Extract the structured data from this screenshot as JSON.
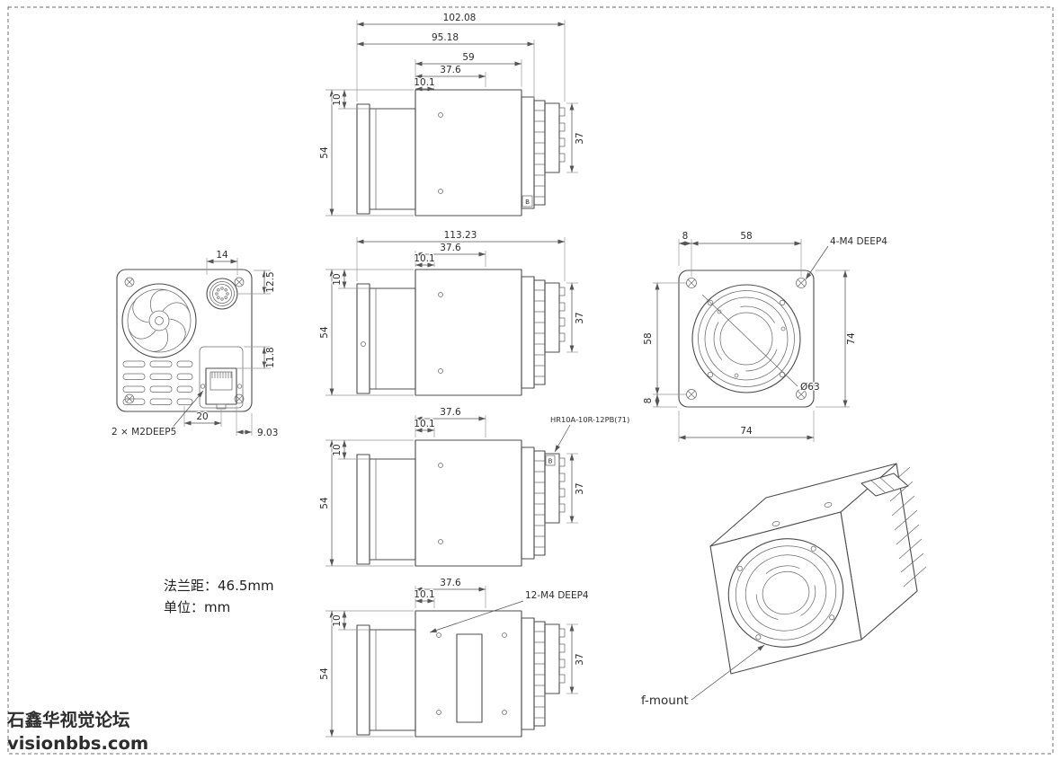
{
  "drawing": {
    "notes": {
      "flange_distance": "法兰距：46.5mm",
      "unit": "单位：mm"
    },
    "watermark": {
      "line1": "石鑫华视觉论坛",
      "line2": "visionbbs.com",
      "color": "#1c3dd6"
    },
    "side_view_1": {
      "dim_total": "102.08",
      "dim_module": "95.18",
      "dim_body": "59",
      "dim_mid": "37.6",
      "dim_front": "10.1",
      "dim_offset": "10",
      "dim_height": "54",
      "dim_connector": "37",
      "port_mark": "B"
    },
    "side_view_2": {
      "dim_total": "113.23",
      "dim_mid": "37.6",
      "dim_front": "10.1",
      "dim_offset": "10",
      "dim_height": "54",
      "dim_connector": "37"
    },
    "side_view_3": {
      "dim_mid": "37.6",
      "dim_front": "10.1",
      "dim_offset": "10",
      "dim_height": "54",
      "dim_connector": "37",
      "connector_label": "HR10A-10R-12PB(71)",
      "port_mark": "B"
    },
    "side_view_4": {
      "dim_mid": "37.6",
      "dim_front": "10.1",
      "dim_offset": "10",
      "dim_height": "54",
      "dim_connector": "37",
      "thread_label": "12-M4 DEEP4"
    },
    "rear_view": {
      "dim_width": "14",
      "dim_top": "12.5",
      "dim_port": "11.8",
      "dim_bottom": "20",
      "dim_edge": "9.03",
      "screw_label": "2 × M2DEEP5"
    },
    "front_view": {
      "dim_edge_top": "8",
      "dim_span_top": "58",
      "screw_label": "4-M4 DEEP4",
      "dim_height": "74",
      "dim_span_left": "58",
      "dim_edge_left": "8",
      "dim_diameter": "Ø63",
      "dim_width": "74"
    },
    "iso_view": {
      "mount_label": "f-mount"
    }
  }
}
